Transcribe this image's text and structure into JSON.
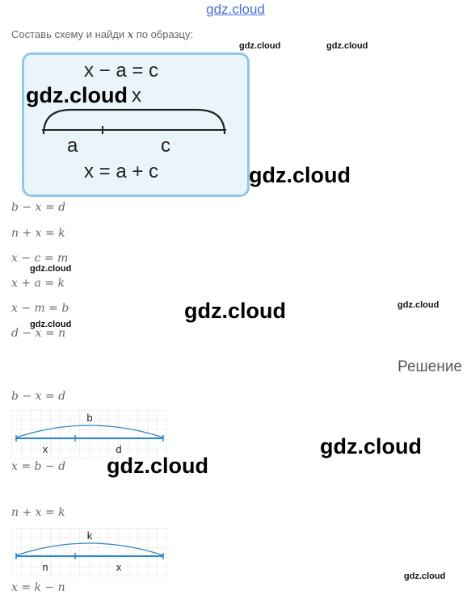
{
  "site_logo": "gdz.cloud",
  "task": {
    "prompt_before": "Составь схему и найди ",
    "variable": "x",
    "prompt_after": " по образцу:"
  },
  "example": {
    "equation": "x − a = c",
    "whole_label": "x",
    "part1_label": "a",
    "part2_label": "c",
    "solution": "x = a + c"
  },
  "equations": [
    "b − x = d",
    "n + x = k",
    "x − c = m",
    "x + a = k",
    "x − m = b",
    "d − x = n"
  ],
  "solution_heading": "Решение",
  "solutions": [
    {
      "equation": "b − x = d",
      "whole": "b",
      "part1": "x",
      "part2": "d",
      "answer": "x = b − d"
    },
    {
      "equation": "n + x = k",
      "whole": "k",
      "part1": "n",
      "part2": "x",
      "answer": "x = k − n"
    }
  ],
  "watermark": "gdz.cloud"
}
